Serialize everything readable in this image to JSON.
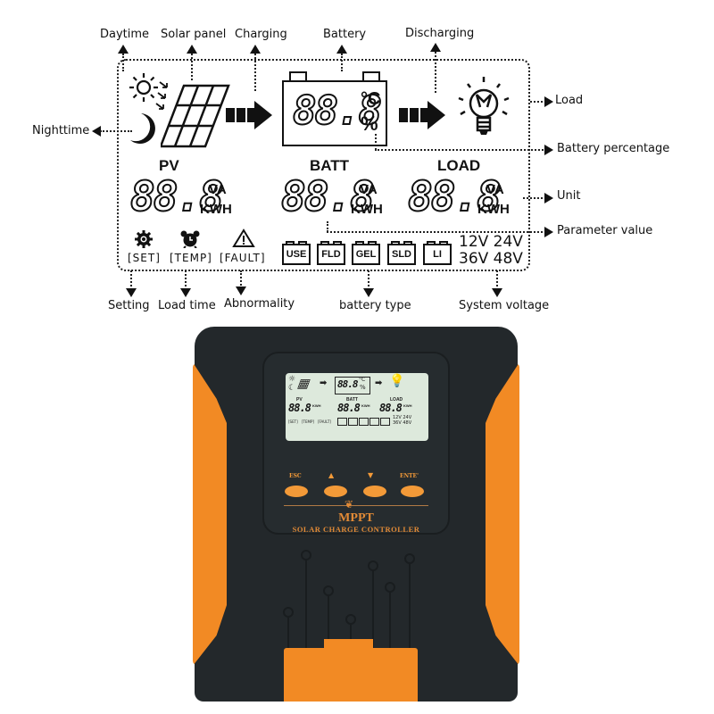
{
  "callouts": {
    "daytime": "Daytime",
    "solar_panel": "Solar panel",
    "charging": "Charging",
    "battery": "Battery",
    "discharging": "Discharging",
    "load": "Load",
    "nighttime": "Nighttime",
    "battery_percentage": "Battery percentage",
    "unit": "Unit",
    "parameter_value": "Parameter value",
    "setting": "Setting",
    "load_time": "Load time",
    "abnormality": "Abnormality",
    "battery_type": "battery type",
    "system_voltage": "System voltage"
  },
  "lcd": {
    "battery_value": "88.8",
    "temp_unit": "°C",
    "percent_unit": "%",
    "sections": [
      {
        "label": "PV",
        "value": "88.8",
        "unit_top": "VA",
        "unit_bottom": "KWH"
      },
      {
        "label": "BATT",
        "value": "88.8",
        "unit_top": "VA",
        "unit_bottom": "KWH"
      },
      {
        "label": "LOAD",
        "value": "88.8",
        "unit_top": "VA",
        "unit_bottom": "KWH"
      }
    ],
    "status_icons": [
      {
        "icon": "gear-icon",
        "label": "[SET]"
      },
      {
        "icon": "alarm-clock-icon",
        "label": "[TEMP]"
      },
      {
        "icon": "warning-triangle-icon",
        "label": "[FAULT]"
      }
    ],
    "battery_types": [
      "USE",
      "FLD",
      "GEL",
      "SLD",
      "LI"
    ],
    "voltages": {
      "row1": "12V 24V",
      "row2": "36V 48V"
    }
  },
  "device": {
    "buttons": [
      {
        "label": "ESC"
      },
      {
        "label": "▲"
      },
      {
        "label": "▼"
      },
      {
        "label": "ENTE'"
      }
    ],
    "brand": "MPPT",
    "subtitle": "SOLAR CHARGE CONTROLLER"
  },
  "colors": {
    "orange": "#f28a24",
    "body": "#23282b",
    "lcd": "#dde9dc",
    "accent_text": "#e18a36"
  }
}
